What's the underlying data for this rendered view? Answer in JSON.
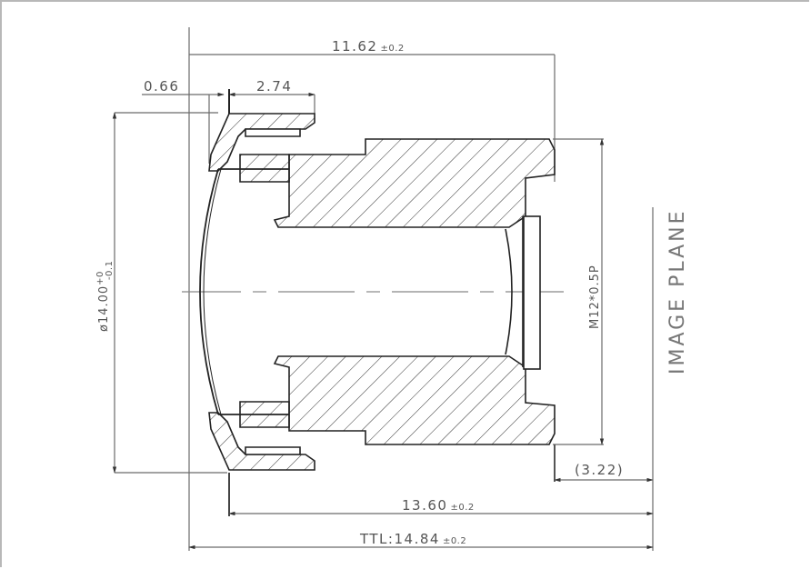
{
  "drawing": {
    "title": "Lens cross-section dimension drawing",
    "dimensions": {
      "length_top": {
        "value": "11.62",
        "tol": "±0.2"
      },
      "flange_thickness": {
        "value": "0.66"
      },
      "front_width": {
        "value": "2.74"
      },
      "diameter": {
        "value": "ø14.00",
        "tol_upper": "+0",
        "tol_lower": "-0.1"
      },
      "thread": {
        "value": "M12*0.5P"
      },
      "back_focal": {
        "value": "(3.22)"
      },
      "total_length": {
        "value": "13.60",
        "tol": "±0.2"
      },
      "ttl": {
        "prefix": "TTL:",
        "value": "14.84",
        "tol": "±0.2"
      }
    },
    "image_plane_label": "IMAGE PLANE",
    "colors": {
      "outline": "#222222",
      "dimension_line": "#666666",
      "text": "#555555",
      "border": "#b8b8b8"
    }
  }
}
